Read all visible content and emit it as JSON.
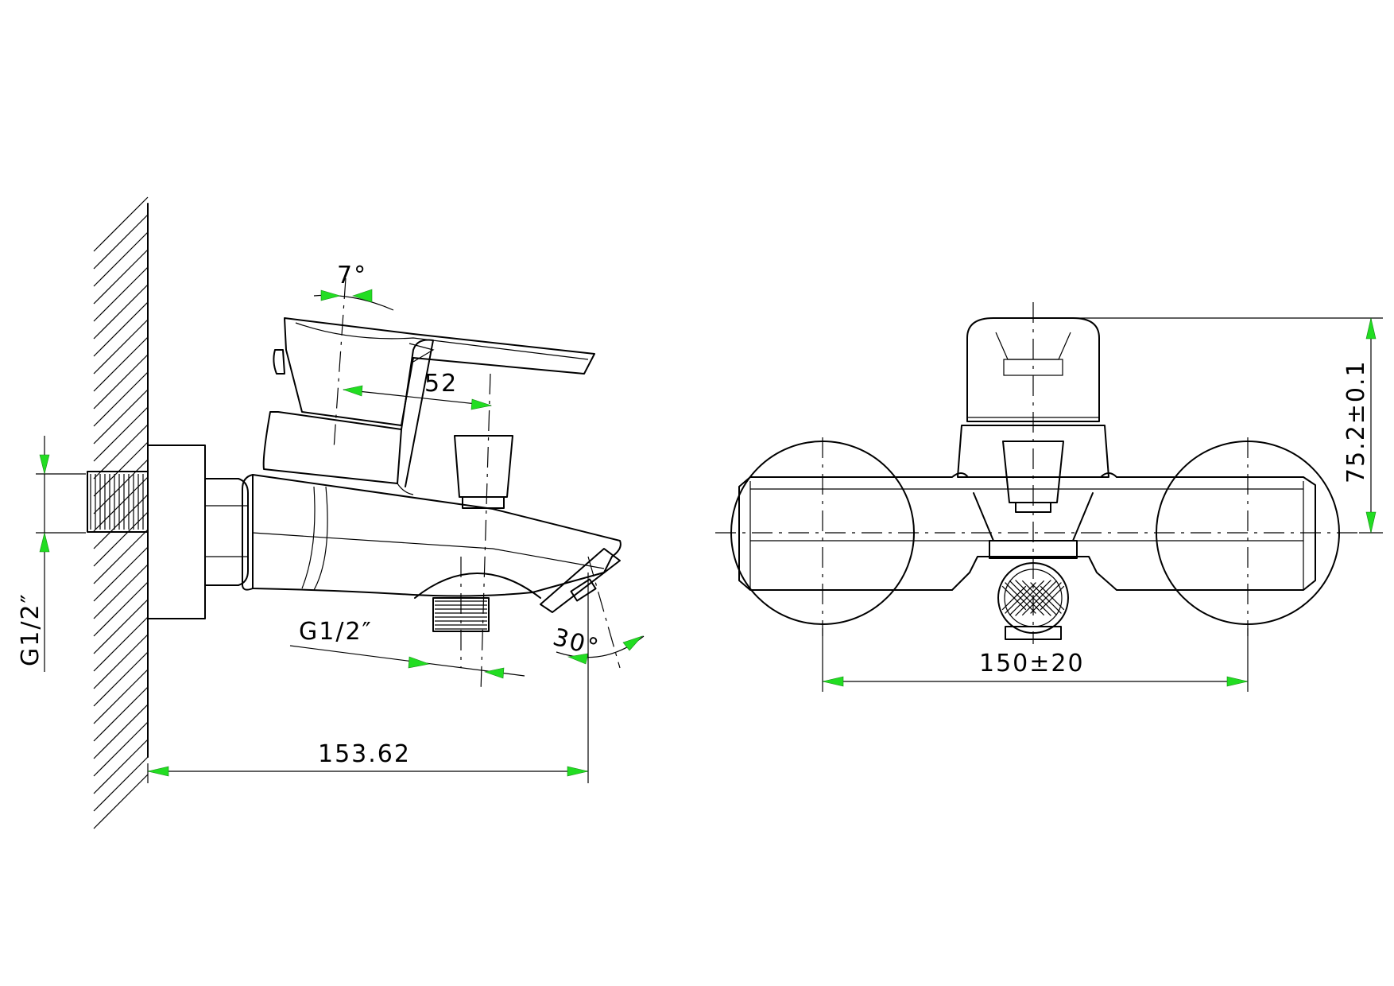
{
  "drawing": {
    "side_view": {
      "dim_inlet_thread": "G1/2″",
      "dim_outlet_thread": "G1/2″",
      "dim_lever_angle": "7°",
      "dim_diverter_offset": "52",
      "dim_spout_angle": "30°",
      "dim_projection": "153.62"
    },
    "front_view": {
      "dim_center_distance": "150±20",
      "dim_height": "75.2±0.1"
    }
  },
  "colors": {
    "line": "#000000",
    "arrow_fill": "#22dd22",
    "background": "#ffffff"
  }
}
